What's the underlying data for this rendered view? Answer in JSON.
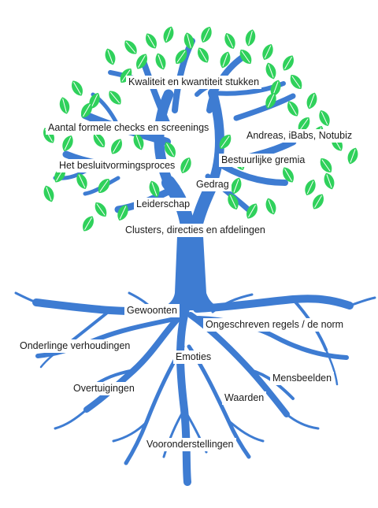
{
  "colors": {
    "trunk": "#3E7CD2",
    "leaf": "#2FD15B",
    "leaf_vein": "#ffffff",
    "label_bg": "#ffffff",
    "text": "#1a1a1a"
  },
  "crown_labels": {
    "kwaliteit": "Kwaliteit en kwantiteit stukken",
    "checks": "Aantal formele checks en screenings",
    "andreas": "Andreas, iBabs, Notubiz",
    "besluit": "Het besluitvormingsproces",
    "gremia": "Bestuurlijke gremia",
    "gedrag": "Gedrag",
    "leiderschap": "Leiderschap",
    "clusters": "Clusters, directies en afdelingen"
  },
  "root_labels": {
    "gewoonten": "Gewoonten",
    "ongeschreven": "Ongeschreven regels / de norm",
    "onderlinge": "Onderlinge verhoudingen",
    "emoties": "Emoties",
    "mensbeelden": "Mensbeelden",
    "overtuigingen": "Overtuigingen",
    "waarden": "Waarden",
    "vooronderstellingen": "Vooronderstellingen"
  }
}
